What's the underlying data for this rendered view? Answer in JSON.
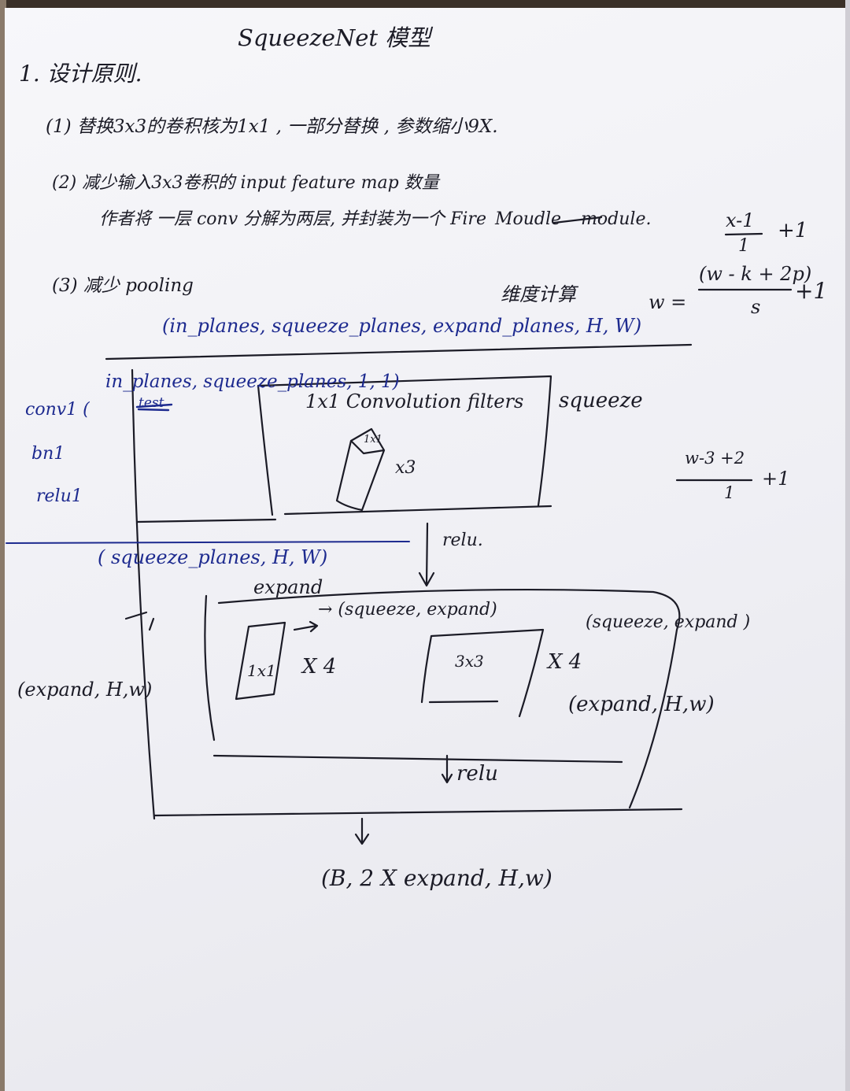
{
  "title": "SqueezeNet 模型",
  "section": "1. 设计原则.",
  "p1": "(1) 替换3x3的卷积核为1x1 , 一部分替换 , 参数缩小9X.",
  "p2": "(2) 减少输入3x3卷积的 input feature map 数量",
  "p2b_a": "作者将 一层 conv 分解为两层, 并封装为一个 Fire",
  "p2b_strike": "Moudle",
  "p2b_c": "module.",
  "p3": "(3) 减少 pooling",
  "dim_calc": "维度计算",
  "eq_top_num": "x-1",
  "eq_top_den": "1",
  "eq_top_plus": "+1",
  "eq_w_lhs": "w =",
  "eq_w_num": "(w - k + 2p)",
  "eq_w_den": "s",
  "eq_w_plus": "+1",
  "eq3_num": "w-3 +2",
  "eq3_den": "1",
  "eq3_plus": "+1",
  "in_shape": "(in_planes, squeeze_planes, expand_planes, H, W)",
  "sq_shape": "in_planes, squeeze_planes, 1, 1)",
  "sq_strike": "test",
  "conv1": "conv1 (",
  "bn1": "bn1",
  "relu1": "relu1",
  "filters_label": "1x1 Convolution filters",
  "squeeze_label": "squeeze",
  "kernel_1x1": "1x1",
  "x3": "x3",
  "relu_a": "relu.",
  "squeeze_out": "( squeeze_planes, H, W)",
  "expand_label": "expand",
  "arrow_label": "→ (squeeze, expand)",
  "box_1x1": "1x1",
  "x4_a": "X 4",
  "box_3x3": "3x3",
  "x4_b": "X 4",
  "se_right": "(squeeze, expand )",
  "expand_left": "(expand, H,w)",
  "expand_right": "(expand, H,w)",
  "relu_b": "relu",
  "out_shape": "(B, 2 X expand, H,w)",
  "colors": {
    "ink": "#1b1b26",
    "blue_ink": "#1d2a8f",
    "paper": "#f2f2f6"
  }
}
